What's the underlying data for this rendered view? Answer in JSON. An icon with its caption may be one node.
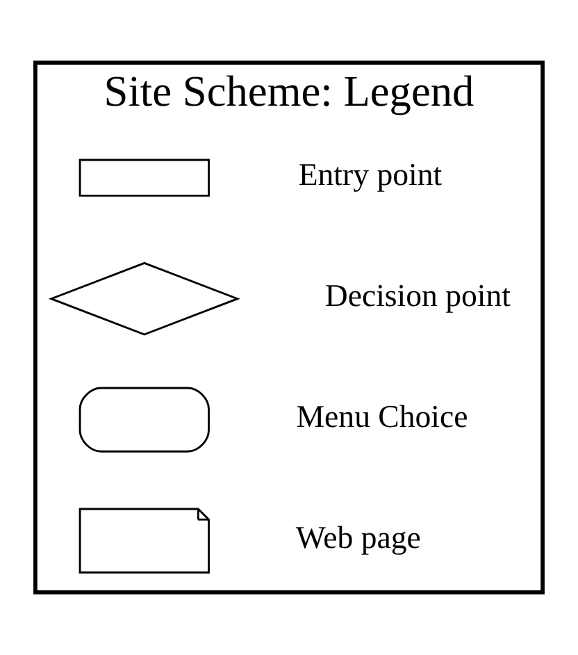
{
  "diagram": {
    "nodes": [
      {
        "text": [
          "Site Scheme: Legend"
        ]
      },
      {
        "text": [],
        "shape": "box",
        "in": 0
      },
      {
        "text": [],
        "shape": "diamond",
        "in": 0
      },
      {
        "text": [],
        "shape": "rounded",
        "in": 0
      },
      {
        "text": [],
        "shape": "document",
        "in": 0
      }
    ],
    "legend": [
      {
        "text": "Entry point"
      },
      {
        "text": "Decision point"
      },
      {
        "text": "Menu Choice"
      },
      {
        "text": "Web page"
      }
    ]
  }
}
